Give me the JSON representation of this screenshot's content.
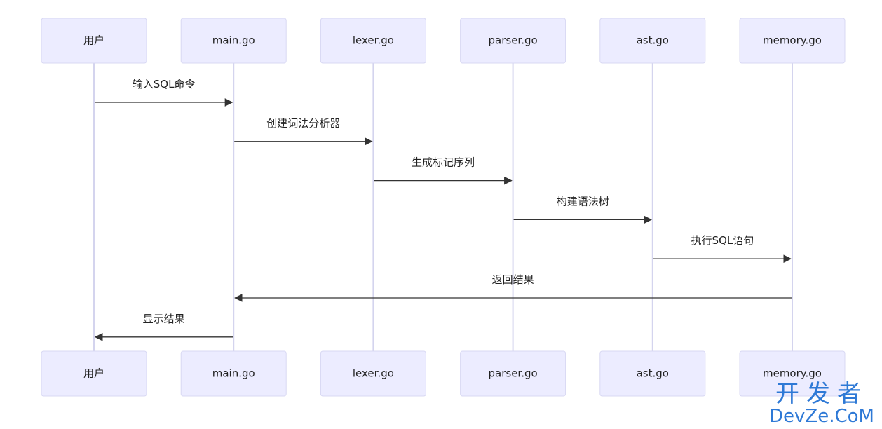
{
  "participants": [
    "用户",
    "main.go",
    "lexer.go",
    "parser.go",
    "ast.go",
    "memory.go"
  ],
  "messages": [
    {
      "from": 0,
      "to": 1,
      "text": "输入SQL命令"
    },
    {
      "from": 1,
      "to": 2,
      "text": "创建词法分析器"
    },
    {
      "from": 2,
      "to": 3,
      "text": "生成标记序列"
    },
    {
      "from": 3,
      "to": 4,
      "text": "构建语法树"
    },
    {
      "from": 4,
      "to": 5,
      "text": "执行SQL语句"
    },
    {
      "from": 5,
      "to": 1,
      "text": "返回结果"
    },
    {
      "from": 1,
      "to": 0,
      "text": "显示结果"
    }
  ],
  "watermark": {
    "line1": "开发者",
    "line2": "DevZe.CoM"
  },
  "colors": {
    "actor_fill": "#ECECFF",
    "actor_border": "#D8D8F3",
    "lifeline": "#D4D4EE",
    "arrow": "#333333",
    "watermark": "#2E79D6"
  }
}
